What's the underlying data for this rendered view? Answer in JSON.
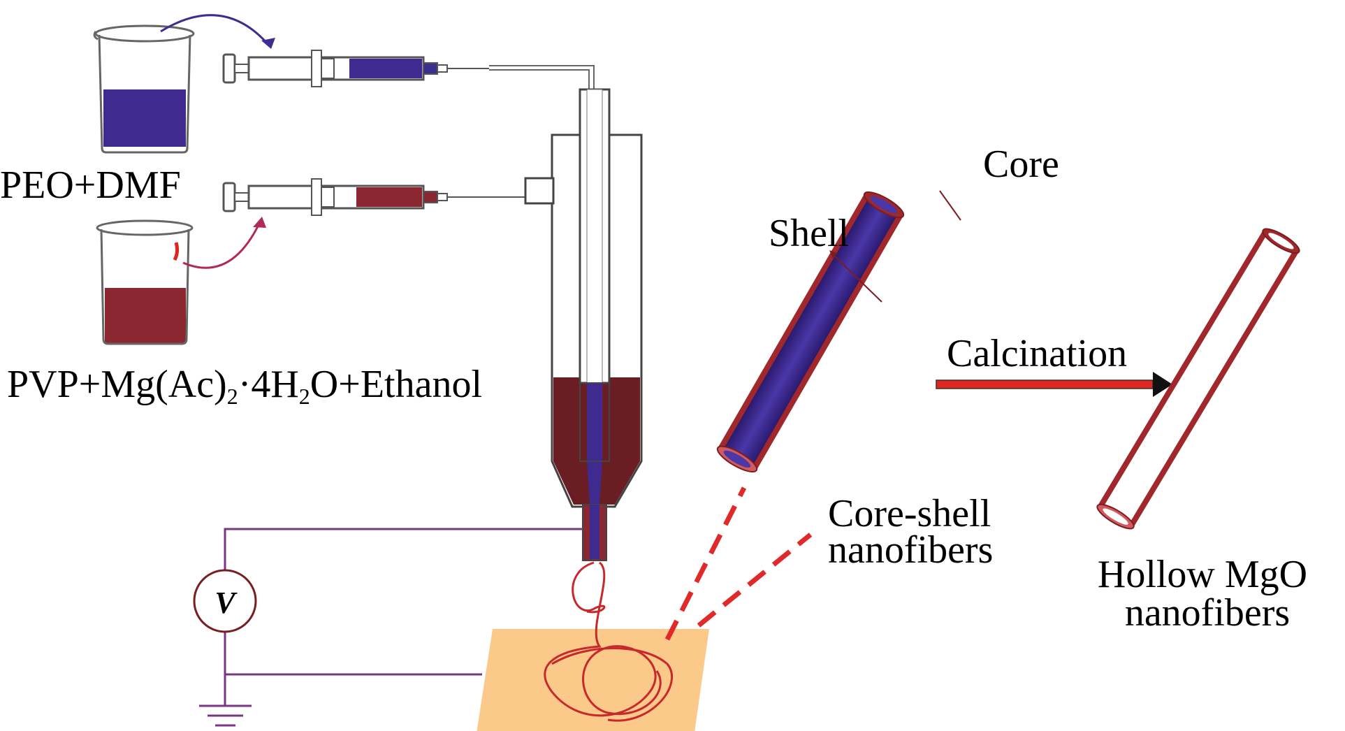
{
  "labels": {
    "solution_core": "PEO+DMF",
    "solution_shell_parts": [
      "PVP+Mg(Ac)",
      "2",
      "·4H",
      "2",
      "O+Ethanol"
    ],
    "core": "Core",
    "shell": "Shell",
    "core_shell_line1": "Core-shell",
    "core_shell_line2": "nanofibers",
    "calcination": "Calcination",
    "hollow_line1": "Hollow MgO",
    "hollow_line2": "nanofibers",
    "voltmeter": "V"
  },
  "colors": {
    "core_solution": "#3f2a8f",
    "shell_solution": "#8a2730",
    "fiber_shell": "#a0282c",
    "collector": "#fbc98a",
    "wire": "#7a3585",
    "dashed_jet": "#e02a2a",
    "arrow_fill": "#e0261e"
  }
}
